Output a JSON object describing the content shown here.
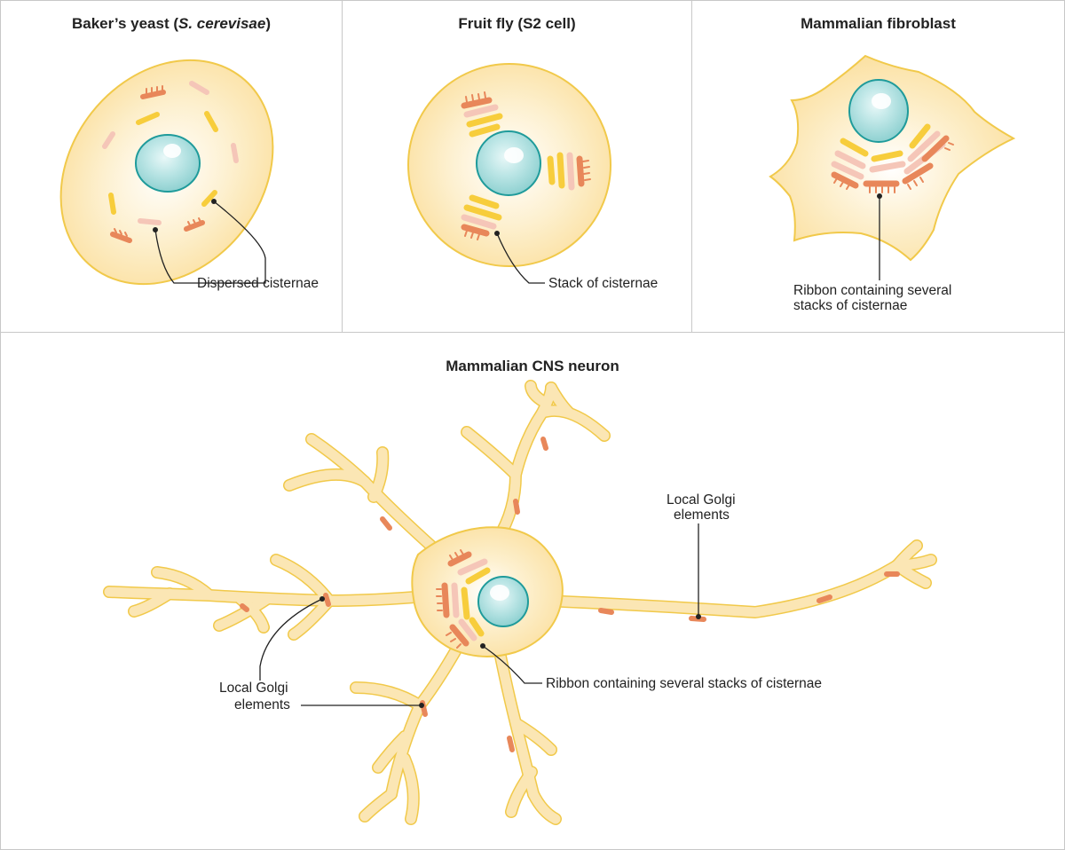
{
  "panels": {
    "yeast": {
      "title_prefix": "Baker’s yeast (",
      "title_italic": "S. cerevisae",
      "title_suffix": ")",
      "label": "Dispersed cisternae"
    },
    "fly": {
      "title": "Fruit fly (S2 cell)",
      "label": "Stack of cisternae"
    },
    "fibroblast": {
      "title": "Mammalian fibroblast",
      "label_line1": "Ribbon containing several",
      "label_line2": "stacks of cisternae"
    },
    "neuron": {
      "title": "Mammalian CNS neuron",
      "label_axon_line1": "Local Golgi",
      "label_axon_line2": "elements",
      "label_dendrite_line1": "Local Golgi",
      "label_dendrite_line2": "elements",
      "label_soma": "Ribbon containing several stacks of cisternae"
    }
  },
  "colors": {
    "cytoplasm": "#fbe6b4",
    "cell_outline": "#f1c94a",
    "nucleus": "#a6dcdc",
    "nucleus_outline": "#1f9b9b",
    "cis_orange": "#e8875a",
    "cis_yellow": "#f7cd3c",
    "cis_pink": "#f5c6b8",
    "border": "#c8c8c8"
  }
}
